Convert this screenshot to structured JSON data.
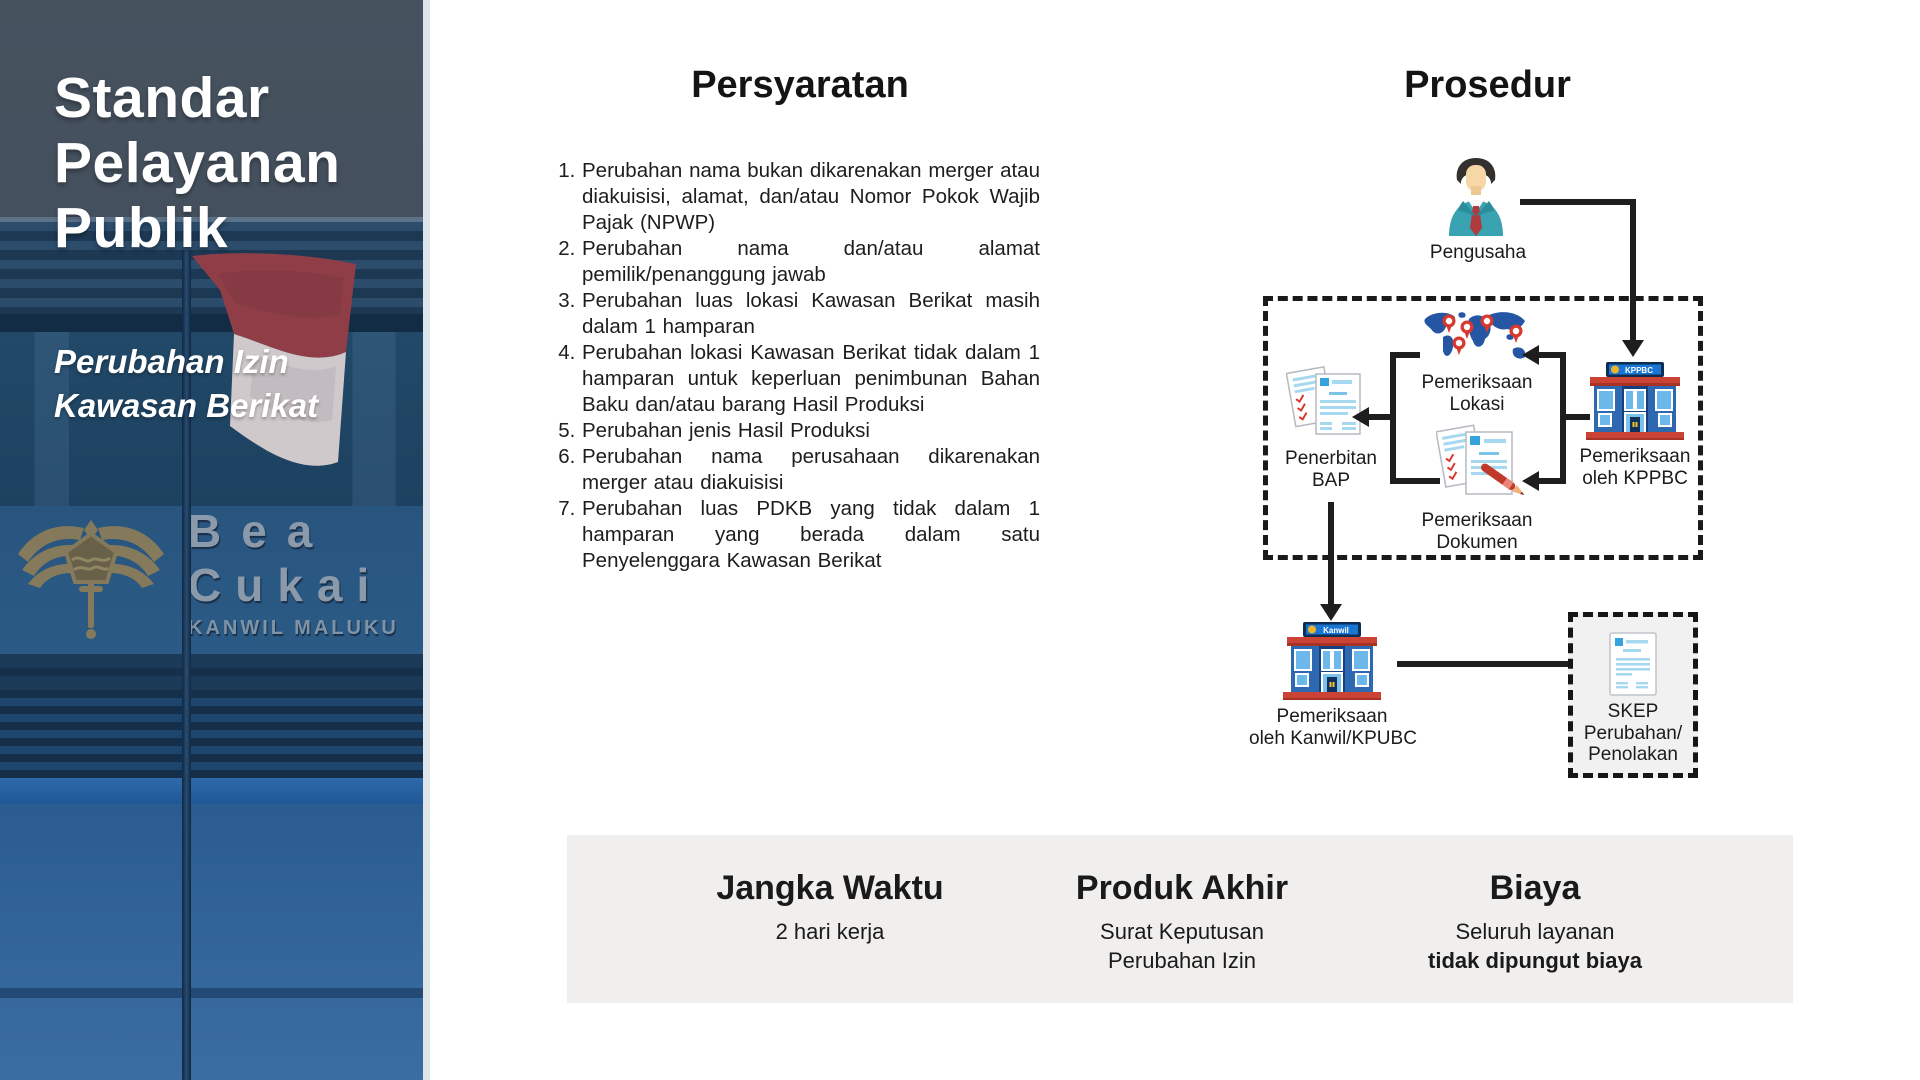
{
  "sidebar": {
    "title": "Standar Pelayanan Publik",
    "subtitle": "Perubahan Izin Kawasan Berikat",
    "building_sign_line1": "Bea",
    "building_sign_line2": "Cukai",
    "building_sign_line3": "KANWIL MALUKU"
  },
  "requirements": {
    "heading": "Persyaratan",
    "items": [
      "Perubahan nama bukan dikarenakan merger atau diakuisisi, alamat, dan/atau Nomor Pokok Wajib Pajak (NPWP)",
      "Perubahan nama dan/atau alamat pemilik/penanggung jawab",
      "Perubahan luas lokasi Kawasan Berikat masih dalam 1 hamparan",
      "Perubahan lokasi Kawasan Berikat tidak dalam 1 hamparan untuk keperluan penimbunan Bahan Baku dan/atau barang Hasil Produksi",
      "Perubahan jenis Hasil Produksi",
      "Perubahan nama perusahaan dikarenakan merger atau diakuisisi",
      "Perubahan luas PDKB yang tidak dalam 1 hamparan yang berada dalam satu Penyelenggara Kawasan Berikat"
    ]
  },
  "procedure": {
    "heading": "Prosedur",
    "pengusaha_label": "Pengusaha",
    "kppbc_sign": "KPPBC",
    "kanwil_sign": "Kanwil",
    "labels": {
      "lokasi": [
        "Pemeriksaan",
        "Lokasi"
      ],
      "dokumen": [
        "Pemeriksaan",
        "Dokumen"
      ],
      "kppbc": [
        "Pemeriksaan",
        "oleh KPPBC"
      ],
      "bap": [
        "Penerbitan",
        "BAP"
      ],
      "kanwil": [
        "Pemeriksaan",
        "oleh Kanwil/KPUBC"
      ],
      "skep": [
        "SKEP",
        "Perubahan/",
        "Penolakan"
      ]
    }
  },
  "footer": {
    "duration_heading": "Jangka Waktu",
    "duration_value": "2 hari kerja",
    "product_heading": "Produk Akhir",
    "product_value": "Surat Keputusan Perubahan Izin",
    "cost_heading": "Biaya",
    "cost_value_line1": "Seluruh layanan",
    "cost_value_line2": "tidak dipungut biaya"
  },
  "colors": {
    "map_blue": "#2456a4",
    "building_red": "#cb4335",
    "line_black": "#1e1e1e",
    "footer_bg": "#f0efee",
    "sidebar_navy": "#1c3a58"
  }
}
